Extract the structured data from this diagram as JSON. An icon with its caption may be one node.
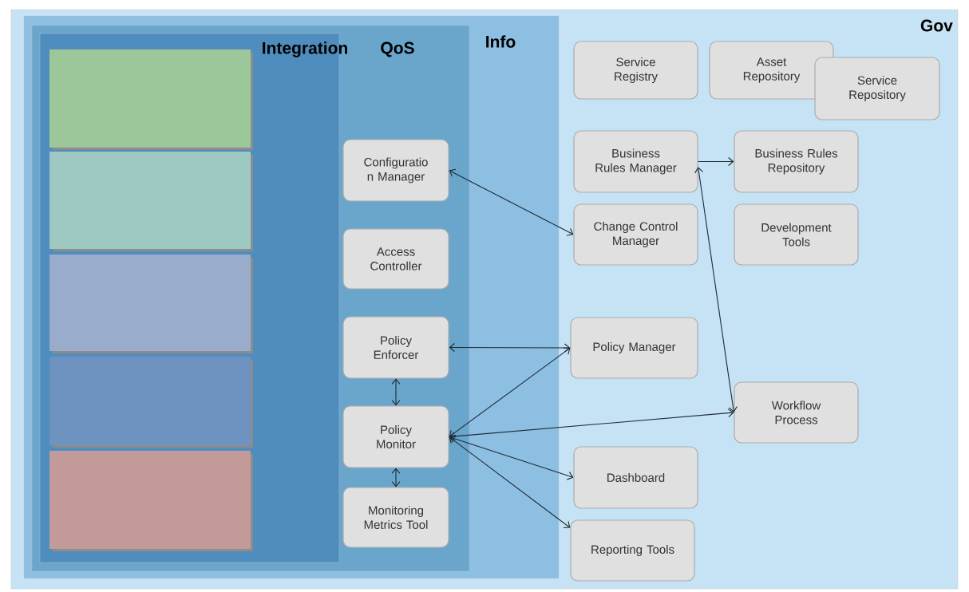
{
  "diagram": {
    "nodes": [
      {
        "text": [
          "Gov"
        ]
      },
      {
        "text": [
          "Info"
        ],
        "in": 0
      },
      {
        "text": [
          "QoS"
        ],
        "in": 1
      },
      {
        "text": [
          "Integration"
        ],
        "in": 2
      },
      {
        "text": [],
        "shape": "box",
        "in": 3
      },
      {
        "text": [],
        "shape": "box",
        "in": 3
      },
      {
        "text": [],
        "shape": "box",
        "in": 3
      },
      {
        "text": [],
        "shape": "box",
        "in": 3
      },
      {
        "text": [],
        "shape": "box",
        "in": 3
      },
      {
        "text": [
          "Configuratio n Manager"
        ],
        "in": 2
      },
      {
        "text": [
          "Access Controller"
        ],
        "in": 2
      },
      {
        "text": [
          "Policy Enforcer"
        ],
        "in": 2
      },
      {
        "text": [
          "Policy Monitor"
        ],
        "in": 2
      },
      {
        "text": [
          "Monitoring Metrics Tool"
        ],
        "in": 2
      },
      {
        "text": [
          "Service Registry"
        ],
        "in": 0
      },
      {
        "text": [
          "Asset Repository"
        ],
        "in": 0
      },
      {
        "text": [
          "Service Repository"
        ],
        "in": 0
      },
      {
        "text": [
          "Business Rules Manager"
        ],
        "in": 0
      },
      {
        "text": [
          "Business Rules Repository"
        ],
        "in": 0
      },
      {
        "text": [
          "Change Control Manager"
        ],
        "in": 0
      },
      {
        "text": [
          "Development Tools"
        ],
        "in": 0
      },
      {
        "text": [
          "Policy Manager"
        ],
        "in": 0
      },
      {
        "text": [
          "Workflow Process"
        ],
        "in": 0
      },
      {
        "text": [
          "Dashboard"
        ],
        "in": 0
      },
      {
        "text": [
          "Reporting Tools"
        ],
        "in": 0
      }
    ],
    "edges": [
      {
        "from": 9,
        "to": 19,
        "arrow": "both"
      },
      {
        "from": 11,
        "to": 21,
        "arrow": "both"
      },
      {
        "from": 11,
        "to": 12,
        "arrow": "both"
      },
      {
        "from": 12,
        "to": 13,
        "arrow": "both"
      },
      {
        "from": 12,
        "to": 21,
        "arrow": "both"
      },
      {
        "from": 12,
        "to": 22,
        "arrow": "both"
      },
      {
        "from": 12,
        "to": 23,
        "arrow": "both"
      },
      {
        "from": 12,
        "to": 24,
        "arrow": "both"
      },
      {
        "from": 17,
        "to": 18,
        "arrow": "to"
      },
      {
        "from": 17,
        "to": 22,
        "arrow": "both"
      }
    ]
  }
}
